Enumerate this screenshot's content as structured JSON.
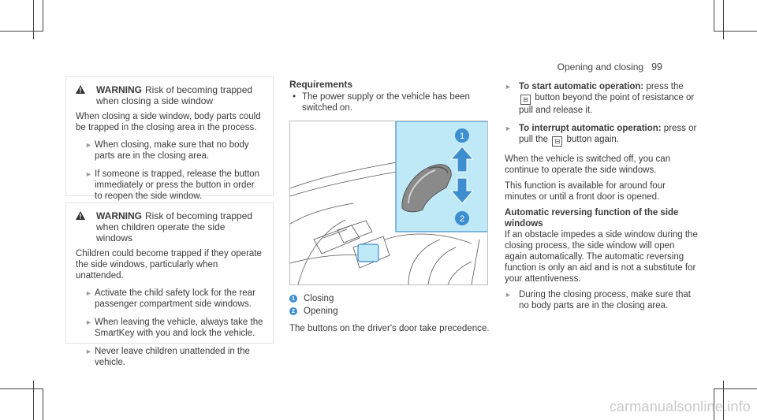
{
  "header": {
    "section": "Opening and closing",
    "page": "99"
  },
  "warning1": {
    "title": "WARNING",
    "heading": "Risk of becoming trapped when closing a side window",
    "body": "When closing a side window, body parts could be trapped in the closing area in the process.",
    "bullets": [
      "When closing, make sure that no body parts are in the closing area.",
      "If someone is trapped, release the button immediately or press the button in order to reopen the side window."
    ]
  },
  "warning2": {
    "title": "WARNING",
    "heading": "Risk of becoming trapped when children operate the side windows",
    "body": "Children could become trapped if they operate the side windows, particularly when unattended.",
    "bullets": [
      "Activate the child safety lock for the rear passenger compartment side windows.",
      "When leaving the vehicle, always take the SmartKey with you and lock the vehicle.",
      "Never leave children unattended in the vehicle."
    ]
  },
  "requirements": {
    "title": "Requirements",
    "items": [
      "The power supply or the vehicle has been switched on."
    ]
  },
  "figure": {
    "callouts": [
      "1",
      "2"
    ],
    "accent": "#3d8ecf",
    "highlight": "#bfe9f7"
  },
  "legend": [
    {
      "num": "1",
      "label": "Closing"
    },
    {
      "num": "2",
      "label": "Opening"
    }
  ],
  "precedence": "The buttons on the driver's door take precedence.",
  "col3": {
    "start_label": "To start automatic operation:",
    "start_text_a": "press the",
    "start_text_b": "button beyond the point of resistance or pull and release it.",
    "interrupt_label": "To interrupt automatic operation:",
    "interrupt_text_a": "press or pull the",
    "interrupt_text_b": "button again.",
    "para1": "When the vehicle is switched off, you can continue to operate the side windows.",
    "para2": "This function is available for around four minutes or until a front door is opened.",
    "reverse_title": "Automatic reversing function of the side windows",
    "reverse_body": "If an obstacle impedes a side window during the closing process, the side window will open again automatically. The automatic reversing function is only an aid and is not a substitute for your attentiveness.",
    "last_bullet": "During the closing process, make sure that no body parts are in the closing area."
  },
  "watermark": "carmanualsonline.info"
}
